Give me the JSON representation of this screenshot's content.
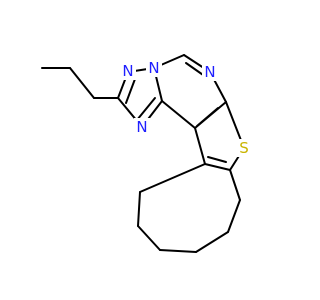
{
  "molecule": {
    "colors": {
      "bond": "#000000",
      "N": "#1f1fff",
      "S": "#c9b400"
    },
    "atoms": {
      "N1": "N",
      "N2": "N",
      "N3": "N",
      "N4": "N",
      "S1": "S"
    }
  }
}
